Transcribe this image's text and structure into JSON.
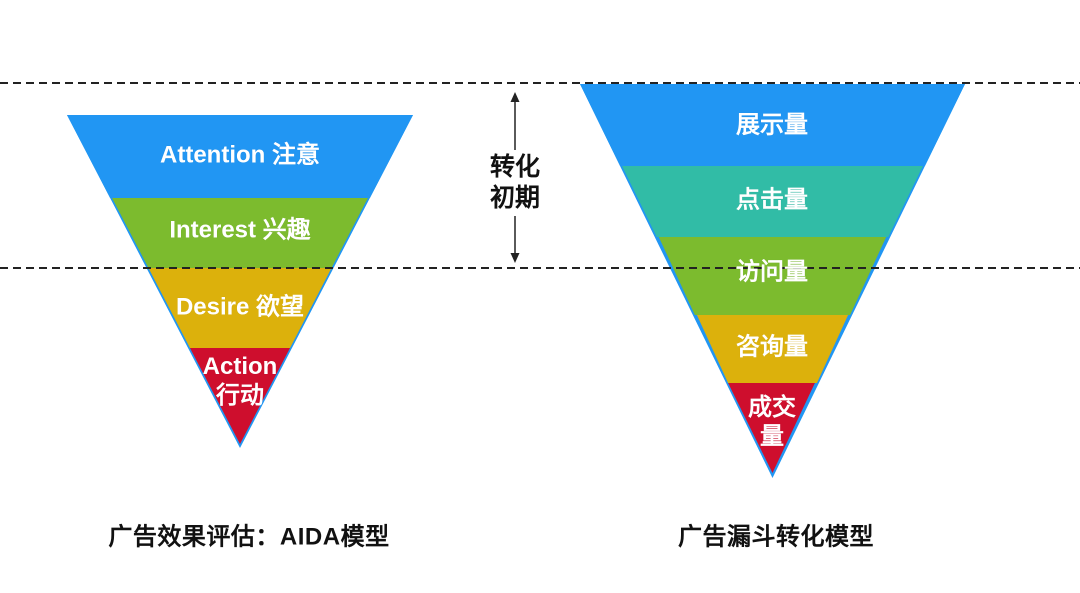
{
  "left_funnel": {
    "caption": "广告效果评估：AIDA模型",
    "layers": [
      {
        "lines": [
          "Attention 注意"
        ],
        "color": "#2196F3"
      },
      {
        "lines": [
          "Interest 兴趣"
        ],
        "color": "#7CBB2E"
      },
      {
        "lines": [
          "Desire 欲望"
        ],
        "color": "#DCB10C"
      },
      {
        "lines": [
          "Action",
          "行动"
        ],
        "color": "#CE0E2D"
      }
    ]
  },
  "right_funnel": {
    "caption": "广告漏斗转化模型",
    "layers": [
      {
        "lines": [
          "展示量"
        ],
        "color": "#2196F3"
      },
      {
        "lines": [
          "点击量"
        ],
        "color": "#31BCA6"
      },
      {
        "lines": [
          "访问量"
        ],
        "color": "#7CBB2E"
      },
      {
        "lines": [
          "咨询量"
        ],
        "color": "#DCB10C"
      },
      {
        "lines": [
          "成交",
          "量"
        ],
        "color": "#CE0E2D"
      }
    ]
  },
  "annotation": {
    "lines": [
      "转化",
      "初期"
    ]
  },
  "colors": {
    "background": "#ffffff",
    "guide_dash": "#222222",
    "arrow": "#222222",
    "caption_text": "#111111",
    "layer_text": "#ffffff"
  }
}
